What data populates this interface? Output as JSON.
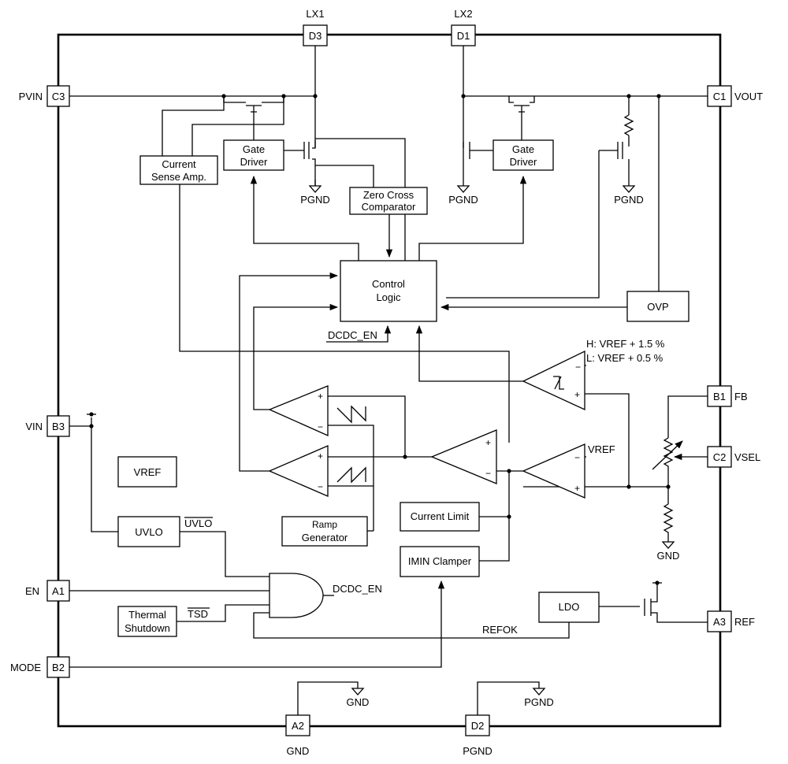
{
  "pins": {
    "lx1_name": "LX1",
    "lx1_id": "D3",
    "lx2_name": "LX2",
    "lx2_id": "D1",
    "pvin_name": "PVIN",
    "pvin_id": "C3",
    "vout_name": "VOUT",
    "vout_id": "C1",
    "vin_name": "VIN",
    "vin_id": "B3",
    "fb_name": "FB",
    "fb_id": "B1",
    "vsel_name": "VSEL",
    "vsel_id": "C2",
    "en_name": "EN",
    "en_id": "A1",
    "ref_name": "REF",
    "ref_id": "A3",
    "mode_name": "MODE",
    "mode_id": "B2",
    "gnd_name": "GND",
    "gnd_id": "A2",
    "pgnd_name": "PGND",
    "pgnd_id": "D2"
  },
  "blocks": {
    "current_sense_l1": "Current",
    "current_sense_l2": "Sense Amp.",
    "gate_driver1_l1": "Gate",
    "gate_driver1_l2": "Driver",
    "gate_driver2_l1": "Gate",
    "gate_driver2_l2": "Driver",
    "zero_cross_l1": "Zero Cross",
    "zero_cross_l2": "Comparator",
    "control_logic_l1": "Control",
    "control_logic_l2": "Logic",
    "ovp": "OVP",
    "vref": "VREF",
    "uvlo": "UVLO",
    "ramp_l1": "Ramp",
    "ramp_l2": "Generator",
    "current_limit": "Current Limit",
    "imin_clamper": "IMIN Clamper",
    "thermal_l1": "Thermal",
    "thermal_l2": "Shutdown",
    "ldo": "LDO"
  },
  "labels": {
    "pgnd1": "PGND",
    "pgnd2": "PGND",
    "pgnd3": "PGND",
    "pgnd_bottom": "PGND",
    "gnd_bottom": "GND",
    "gnd_resistor": "GND",
    "dcdc_en_control": "DCDC_EN",
    "dcdc_en_gate": "DCDC_EN",
    "hyst_h": "H: VREF + 1.5 %",
    "hyst_l": "L: VREF + 0.5 %",
    "vref_amp": "VREF",
    "uvlo_bar": "UVLO",
    "tsd_bar": "TSD",
    "refok": "REFOK",
    "plus": "+",
    "minus": "−"
  }
}
